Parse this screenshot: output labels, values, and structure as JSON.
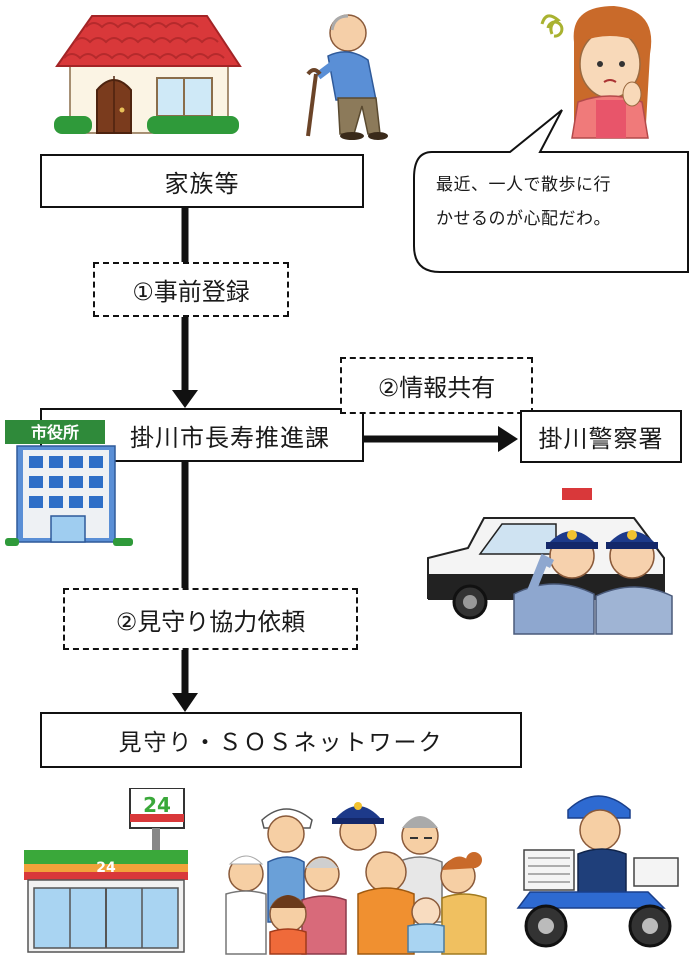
{
  "nodes": {
    "family": "家族等",
    "city_office": "掛川市長寿推進課",
    "police": "掛川警察署",
    "network": "見守り・ＳＯＳネットワーク"
  },
  "steps": {
    "registration": "①事前登録",
    "info_share": "②情報共有",
    "watch_request": "②見守り協力依頼"
  },
  "speech_bubble": {
    "line1": "最近、一人で散歩に行",
    "line2": "かせるのが心配だわ。"
  },
  "signs": {
    "city_hall": "市役所",
    "convenience_store_top": "24",
    "convenience_store_front": "24"
  },
  "colors": {
    "roof": "#d9383a",
    "building": "#5a8fd6",
    "police_car_white": "#f4f4f4",
    "store_green": "#3aa83a"
  }
}
